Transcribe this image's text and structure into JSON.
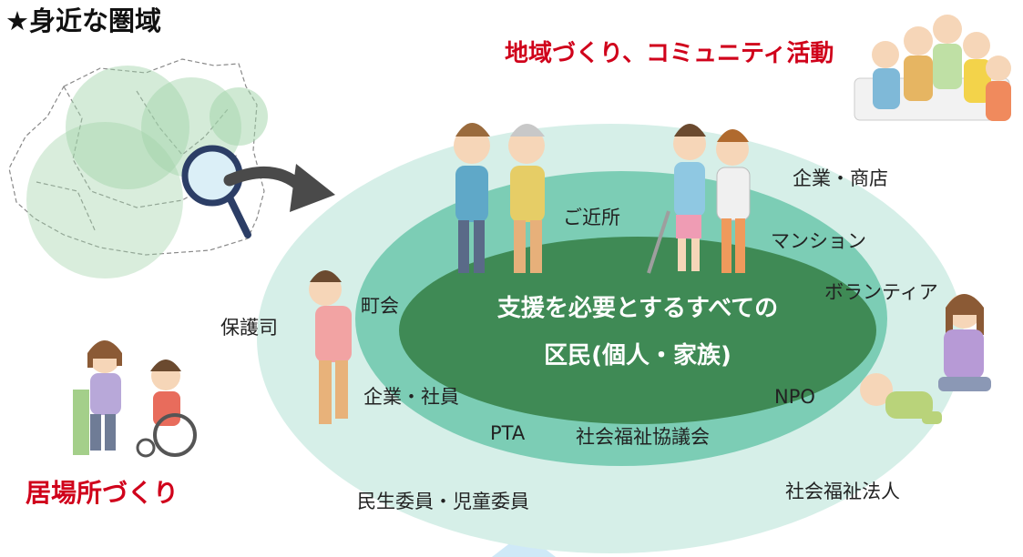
{
  "title": "★身近な圏域",
  "community_label": "地域づくり、コミュニティ活動",
  "ibasho_label": "居場所づくり",
  "center": {
    "line1": "支援を必要とするすべての",
    "line2": "区民(個人・家族)"
  },
  "outer_ring": {
    "companies_shops": "企業・商店",
    "volunteer": "ボランティア",
    "welfare_corp": "社会福祉法人",
    "commissioners": "民生委員・児童委員",
    "probation": "保護司"
  },
  "middle_ring": {
    "neighbors": "ご近所",
    "mansion": "マンション",
    "town_assoc": "町会",
    "company_employees": "企業・社員",
    "pta": "PTA",
    "social_welfare_council": "社会福祉協議会",
    "npo": "NPO"
  },
  "colors": {
    "outer": "#d6efe8",
    "middle": "#7ccdb5",
    "inner": "#3f8a55",
    "red": "#d0021b",
    "map_circle": "#9fd3a8"
  }
}
